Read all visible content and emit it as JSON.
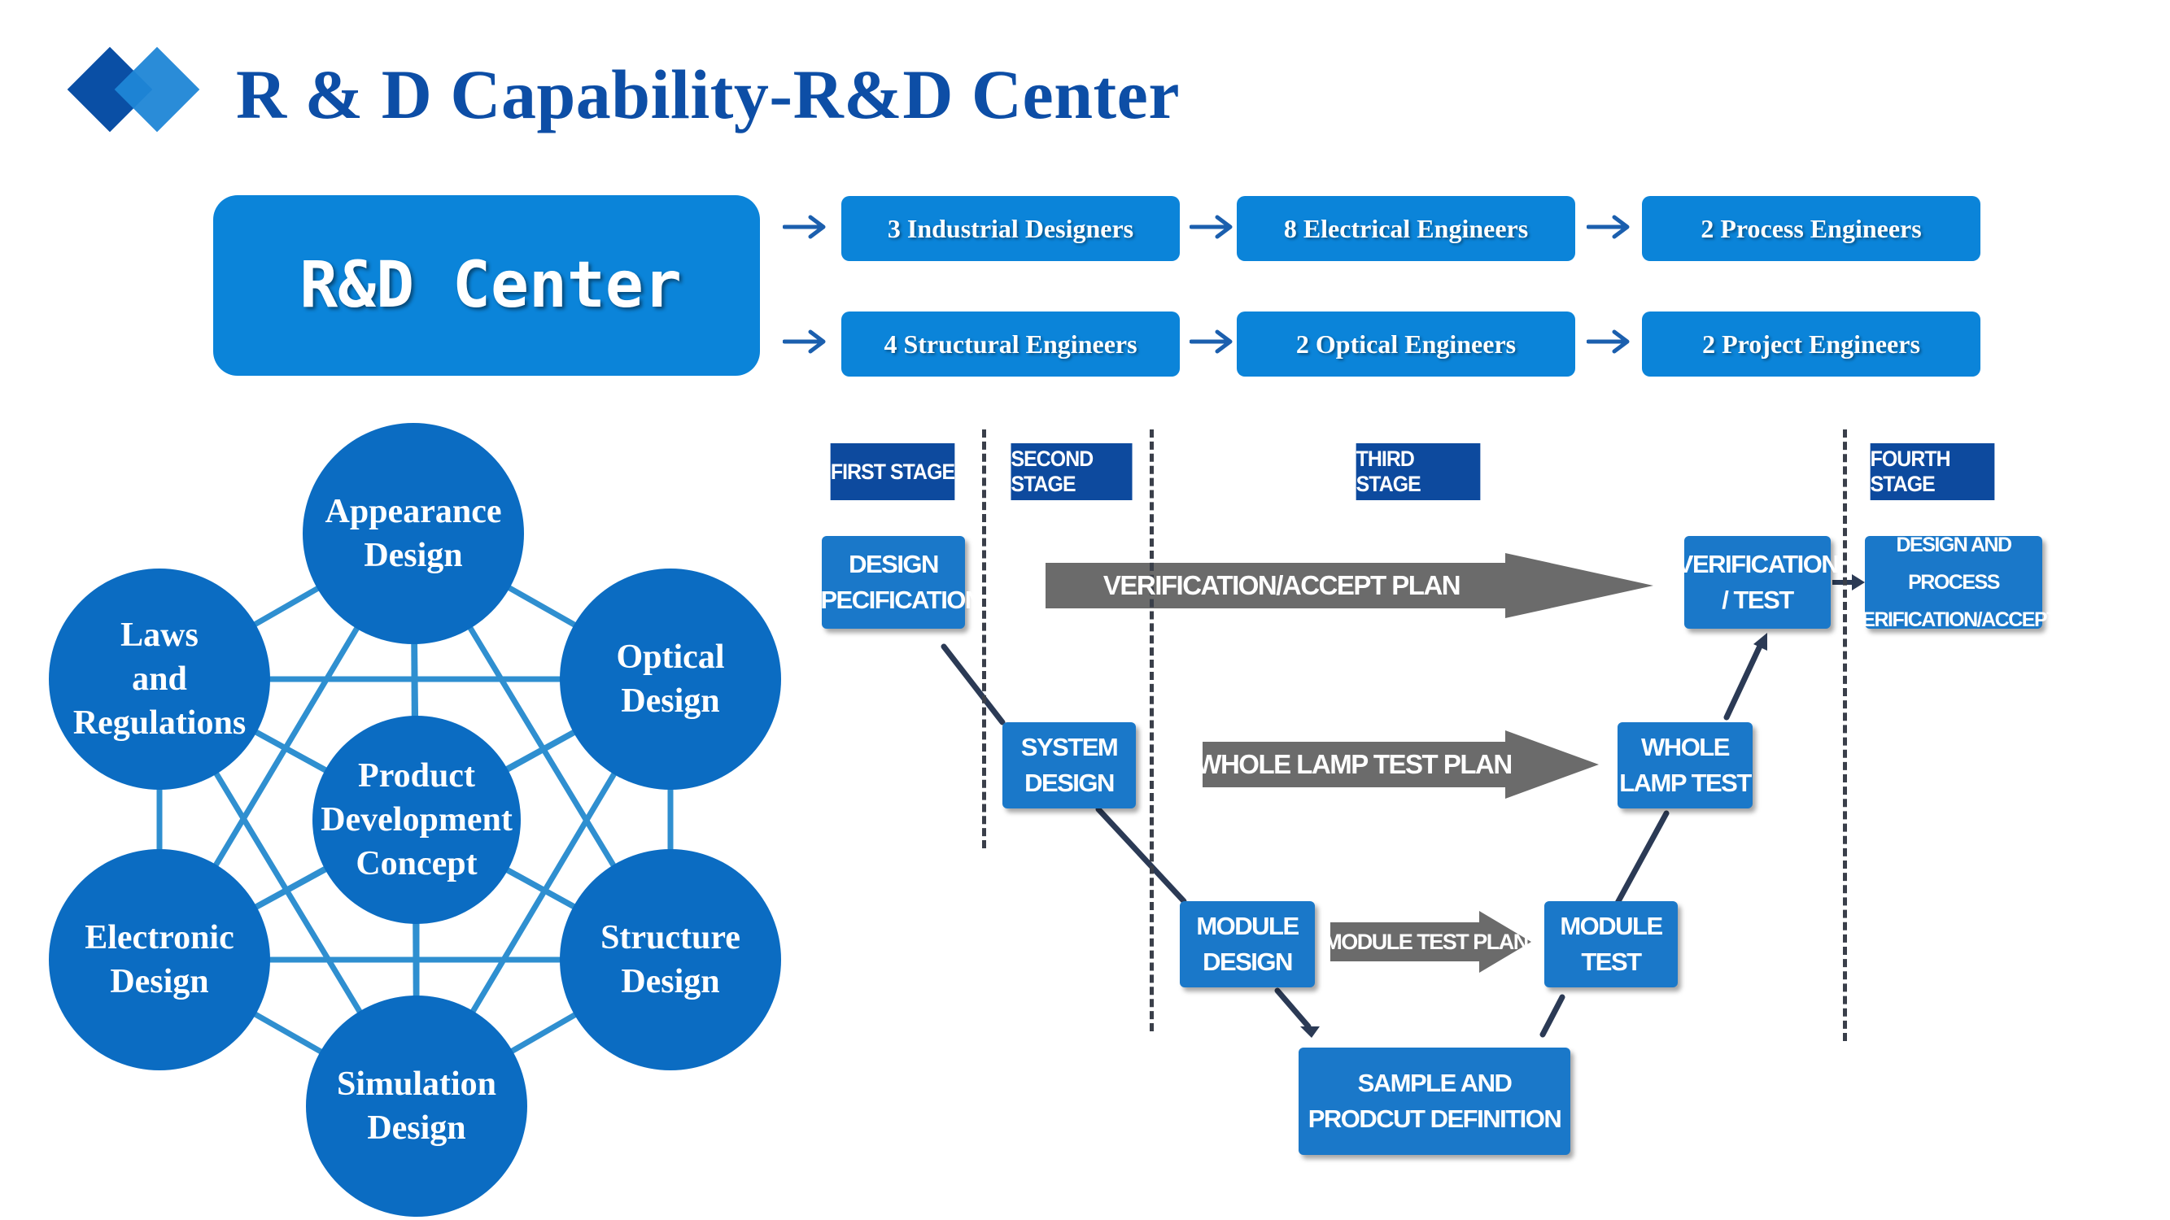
{
  "header": {
    "title": "R & D Capability-R&D Center",
    "logo_icon": "double-diamond-logo-icon"
  },
  "rd_center": {
    "label": "R&D Center",
    "teams": [
      {
        "label": "3 Industrial Designers"
      },
      {
        "label": "8 Electrical Engineers"
      },
      {
        "label": "2 Process Engineers"
      },
      {
        "label": "4 Structural Engineers"
      },
      {
        "label": "2 Optical Engineers"
      },
      {
        "label": "2 Project Engineers"
      }
    ],
    "arrow_icon": "right-arrow-icon"
  },
  "network": {
    "center": "Product\nDevelopment\nConcept",
    "nodes": [
      {
        "label": "Appearance\nDesign"
      },
      {
        "label": "Optical\nDesign"
      },
      {
        "label": "Structure\nDesign"
      },
      {
        "label": "Simulation\nDesign"
      },
      {
        "label": "Electronic\nDesign"
      },
      {
        "label": "Laws\nand\nRegulations"
      }
    ]
  },
  "v_model": {
    "stages": [
      "FIRST STAGE",
      "SECOND STAGE",
      "THIRD STAGE",
      "FOURTH STAGE"
    ],
    "boxes": {
      "design_spec": "DESIGN\nSPECIFICATION",
      "system_design": "SYSTEM\nDESIGN",
      "module_design": "MODULE\nDESIGN",
      "sample_def": "SAMPLE AND\nPRODCUT DEFINITION",
      "module_test": "MODULE\nTEST",
      "whole_lamp_test": "WHOLE\nLAMP TEST",
      "verification_test": "VERIFICATION\n/ TEST",
      "design_process_verif": "DESIGN AND PROCESS\nVERIFICATION/ACCEPT"
    },
    "plans": {
      "verification": "VERIFICATION/ACCEPT PLAN",
      "whole_lamp": "WHOLE LAMP TEST PLAN",
      "module": "MODULE TEST PLAN"
    },
    "colors": {
      "stage": "#0d4a9e",
      "box": "#1a78c9",
      "plan_arrow": "#6b6b6b",
      "flow_line": "#2b3a55"
    }
  },
  "colors": {
    "brand_dark": "#0d4ea6",
    "brand": "#0b84d9",
    "node": "#0b6cc2",
    "network_line": "#2f8fd0"
  }
}
